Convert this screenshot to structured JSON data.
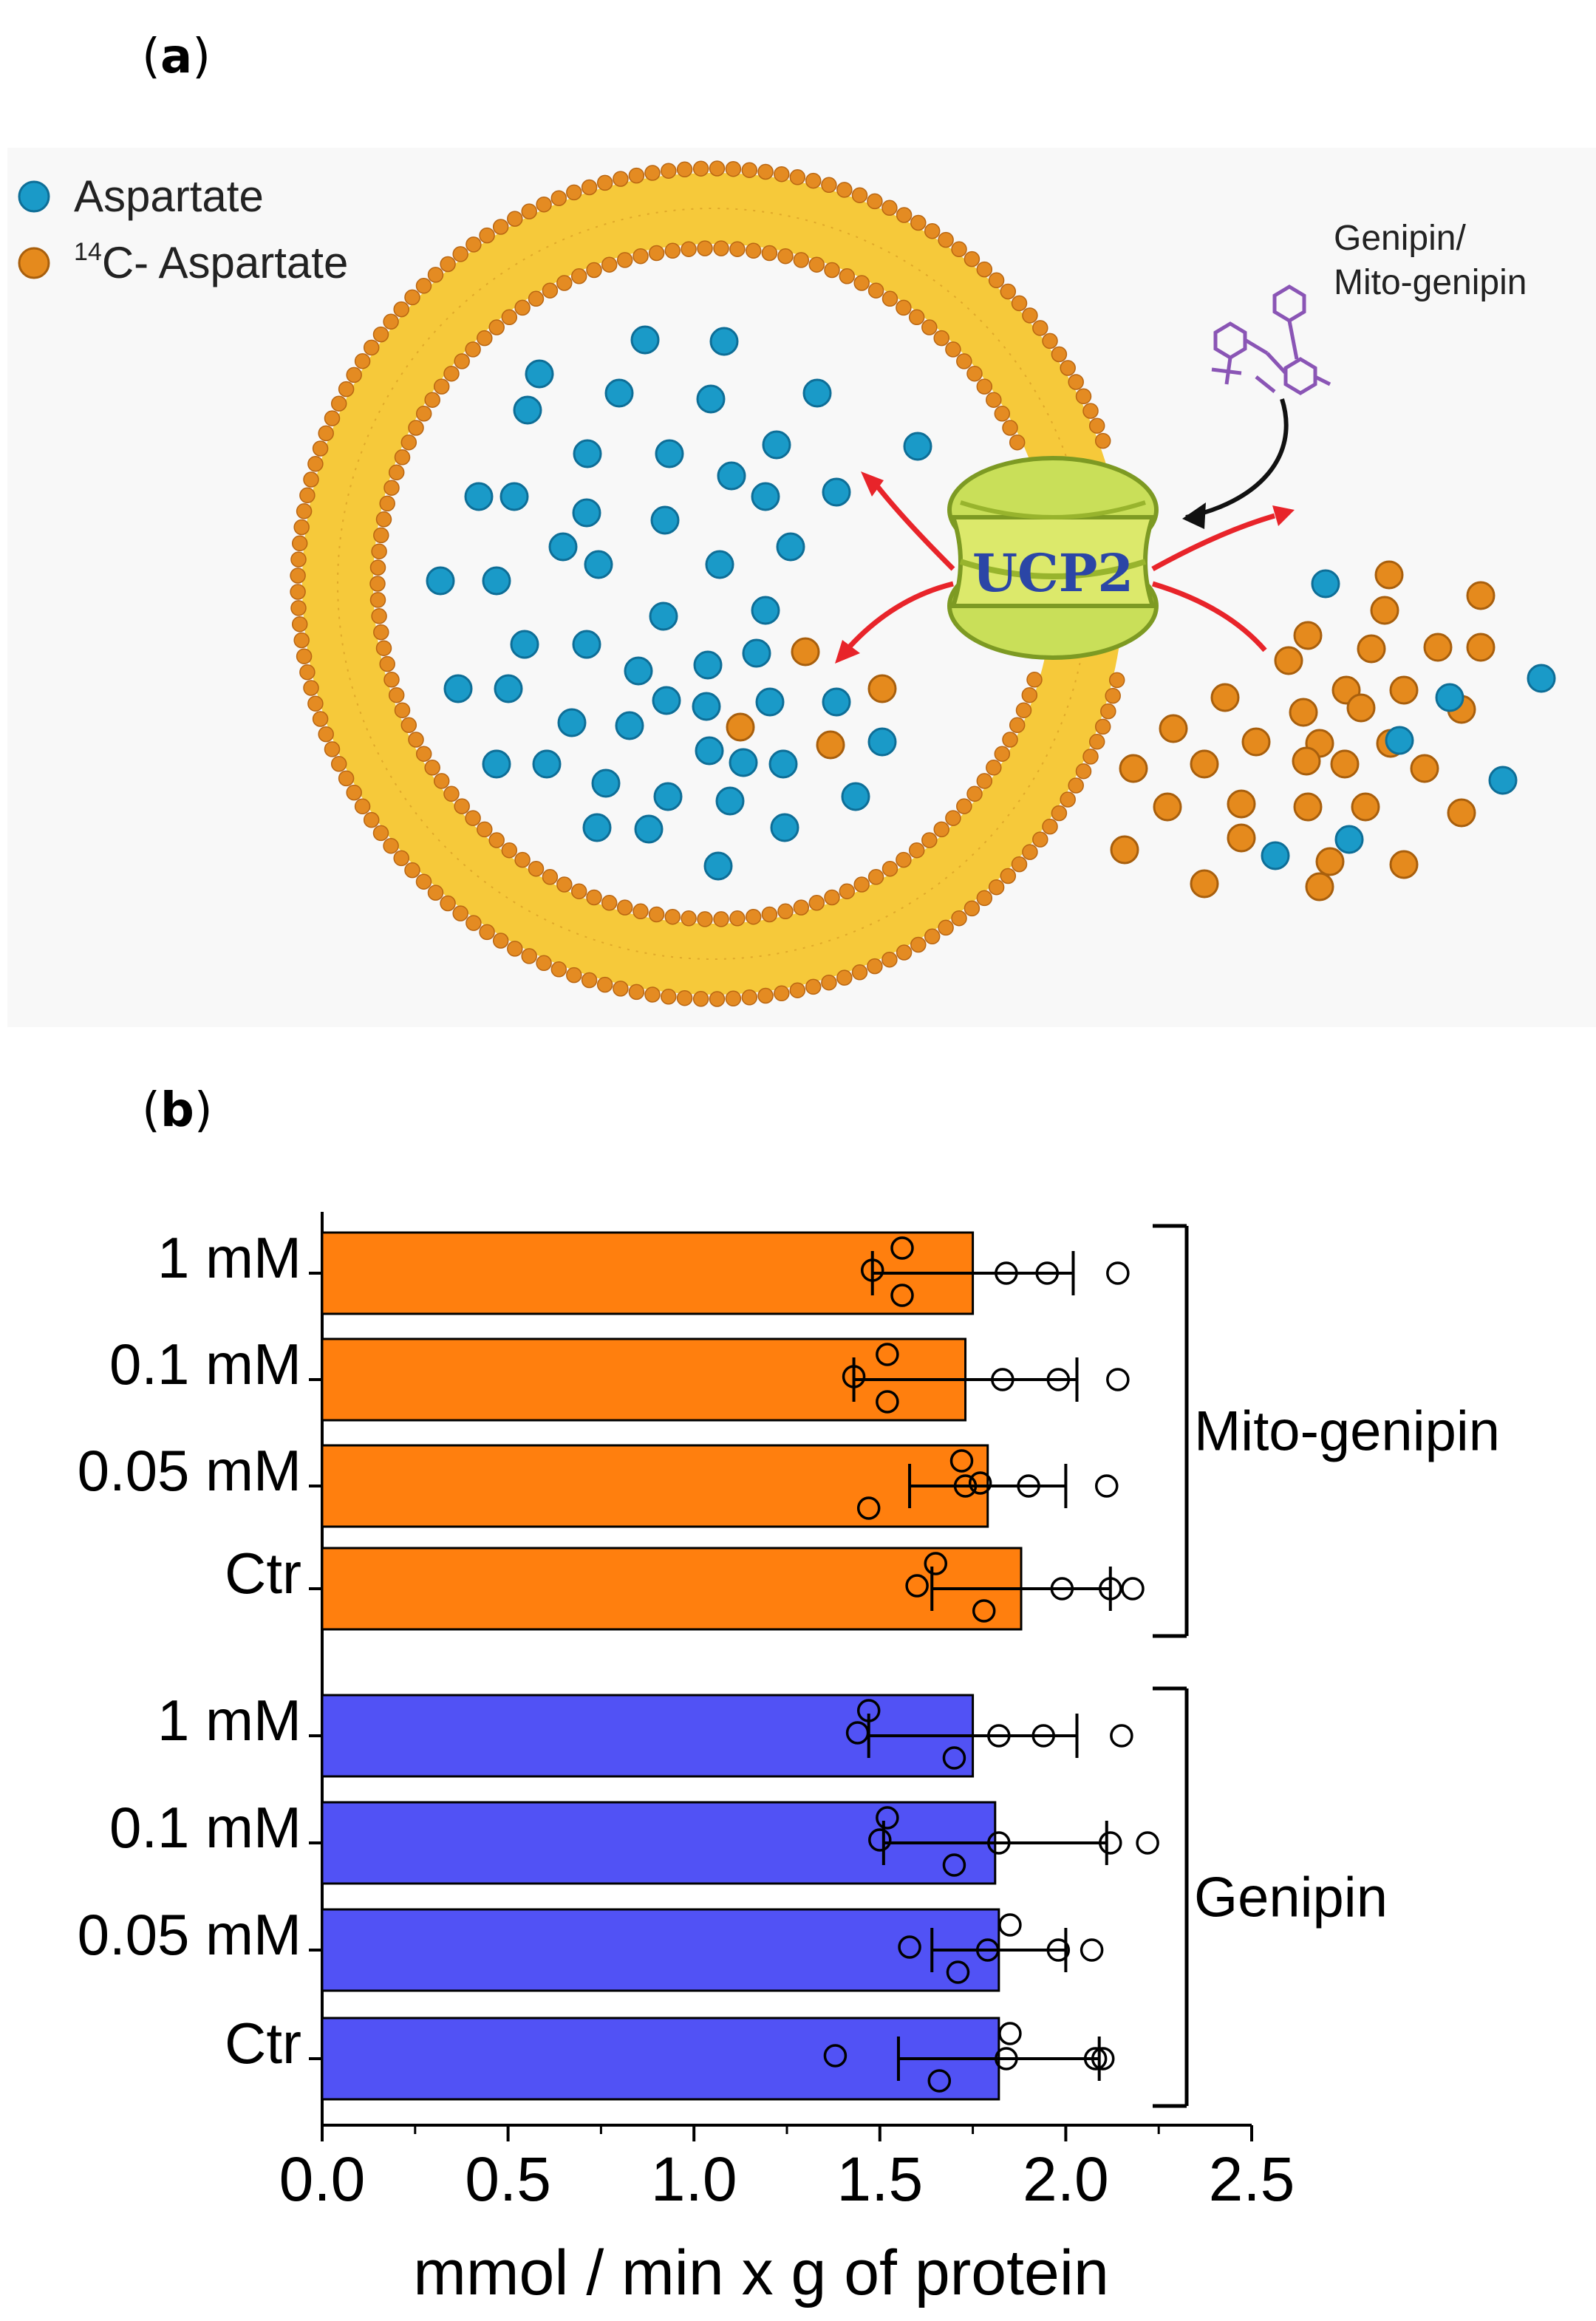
{
  "panel_a": {
    "label": "a",
    "legend": [
      {
        "name": "Aspartate",
        "color": "#1a9ac8"
      },
      {
        "name_sup": "14",
        "name": "C- Aspartate",
        "color": "#e58a1d"
      }
    ],
    "drug_label_line1": "Genipin/",
    "drug_label_line2": "Mito-genipin",
    "transporter_label": "UCP2",
    "colors": {
      "membrane": "#f6c93a",
      "head": "#e48b22",
      "aspartate": "#1a9ac8",
      "c14": "#e58a1d",
      "arrow": "#e8242a",
      "protein": "#a8c53a",
      "molecule": "#8a55b5"
    }
  },
  "panel_b": {
    "label": "b"
  },
  "chart_data": {
    "type": "bar",
    "orientation": "horizontal",
    "xlabel": "mmol / min x g of protein",
    "xlim": [
      0.0,
      2.5
    ],
    "xticks": [
      "0.0",
      "0.5",
      "1.0",
      "1.5",
      "2.0",
      "2.5"
    ],
    "groups": [
      {
        "name": "Mito-genipin",
        "color": "#ff7f0e",
        "categories": [
          "1 mM",
          "0.1 mM",
          "0.05 mM",
          "Ctr"
        ],
        "values": [
          1.75,
          1.73,
          1.79,
          1.88
        ],
        "errors": [
          0.27,
          0.3,
          0.21,
          0.24
        ],
        "points": [
          [
            1.56,
            1.48,
            1.56,
            1.84,
            1.95,
            2.14
          ],
          [
            1.52,
            1.43,
            1.52,
            1.83,
            1.98,
            2.14
          ],
          [
            1.72,
            1.77,
            1.47,
            1.73,
            1.9,
            2.11
          ],
          [
            1.65,
            1.6,
            1.78,
            1.99,
            2.12,
            2.18
          ]
        ]
      },
      {
        "name": "Genipin",
        "color": "#5152f5",
        "categories": [
          "1 mM",
          "0.1 mM",
          "0.05 mM",
          "Ctr"
        ],
        "values": [
          1.75,
          1.81,
          1.82,
          1.82
        ],
        "errors": [
          0.28,
          0.3,
          0.18,
          0.27
        ],
        "points": [
          [
            1.47,
            1.44,
            1.7,
            1.82,
            1.94,
            2.15
          ],
          [
            1.52,
            1.5,
            1.7,
            1.82,
            2.12,
            2.22
          ],
          [
            1.85,
            1.58,
            1.71,
            1.79,
            1.98,
            2.07
          ],
          [
            1.85,
            1.38,
            1.66,
            1.84,
            2.1,
            2.08
          ]
        ]
      }
    ]
  }
}
